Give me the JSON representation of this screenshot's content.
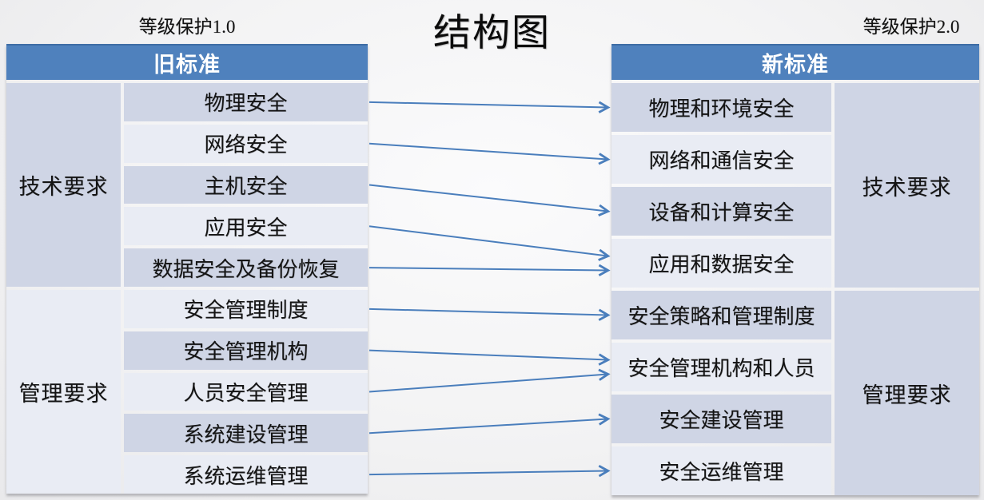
{
  "title": "结构图",
  "top_labels": {
    "left": "等级保护1.0",
    "right": "等级保护2.0"
  },
  "colors": {
    "header_bg": "#4f81bd",
    "header_top_border": "#3e6da5",
    "band_dark": "#cfd5e5",
    "band_light": "#e9ecf4",
    "arrow": "#4a7ebc",
    "header_text": "#ffffff"
  },
  "old_table": {
    "header": "旧标准",
    "categories": [
      {
        "label": "技术要求",
        "rows": 5,
        "band": "dark"
      },
      {
        "label": "管理要求",
        "rows": 5,
        "band": "light"
      }
    ],
    "items": [
      "物理安全",
      "网络安全",
      "主机安全",
      "应用安全",
      "数据安全及备份恢复",
      "安全管理制度",
      "安全管理机构",
      "人员安全管理",
      "系统建设管理",
      "系统运维管理"
    ]
  },
  "new_table": {
    "header": "新标准",
    "categories": [
      {
        "label": "技术要求",
        "rows": 4,
        "band": "dark"
      },
      {
        "label": "管理要求",
        "rows": 4,
        "band": "dark"
      }
    ],
    "items": [
      "物理和环境安全",
      "网络和通信安全",
      "设备和计算安全",
      "应用和数据安全",
      "安全策略和管理制度",
      "安全管理机构和人员",
      "安全建设管理",
      "安全运维管理"
    ]
  },
  "arrows": [
    {
      "from": 0,
      "to": 0
    },
    {
      "from": 1,
      "to": 1
    },
    {
      "from": 2,
      "to": 2
    },
    {
      "from": 3,
      "to": 3
    },
    {
      "from": 4,
      "to": 3
    },
    {
      "from": 5,
      "to": 4
    },
    {
      "from": 6,
      "to": 5
    },
    {
      "from": 7,
      "to": 5
    },
    {
      "from": 8,
      "to": 6
    },
    {
      "from": 9,
      "to": 7
    }
  ]
}
